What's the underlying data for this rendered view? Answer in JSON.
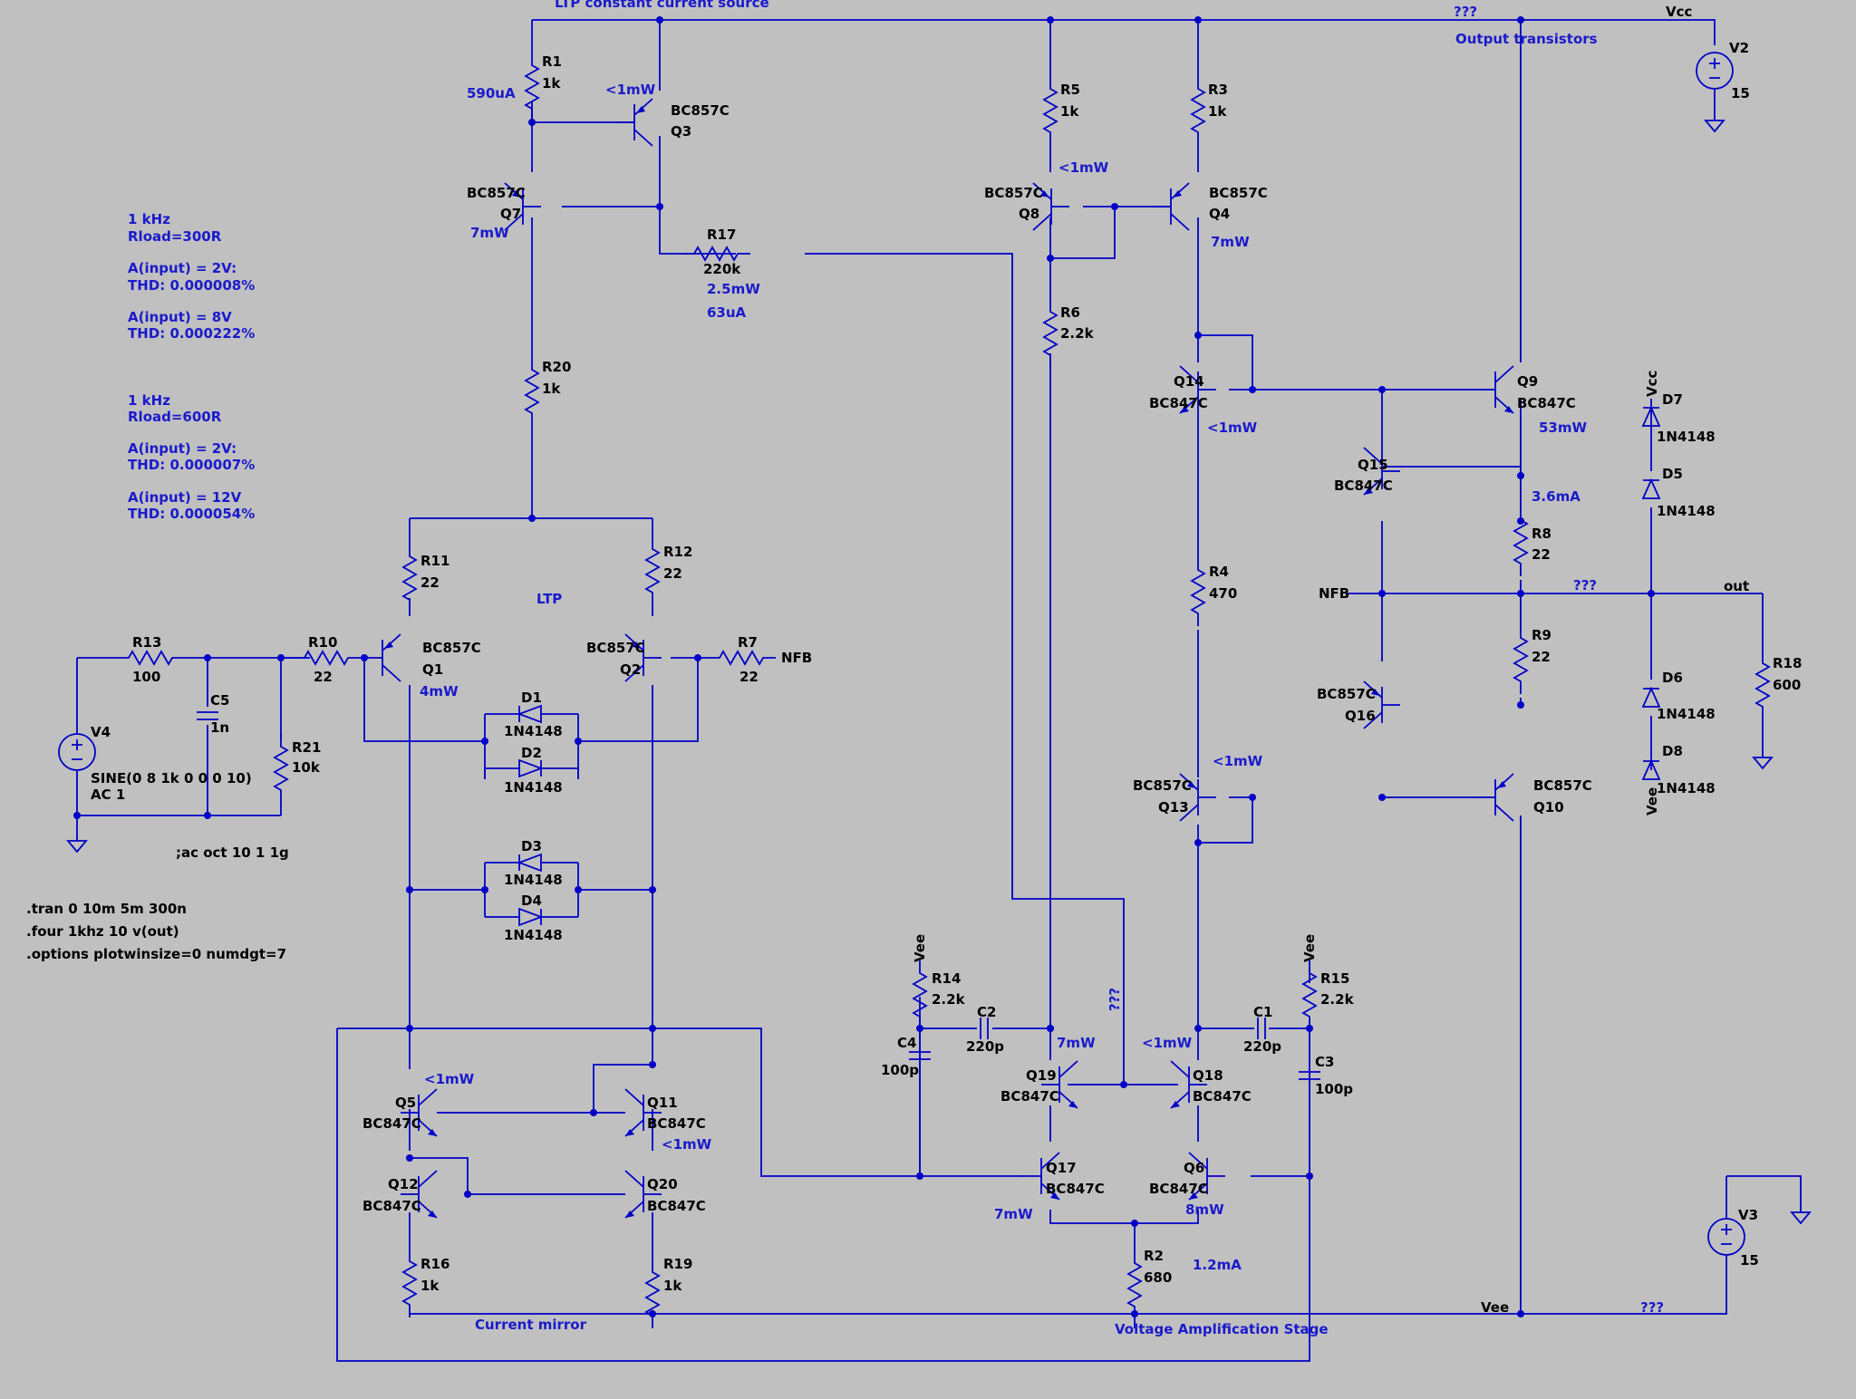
{
  "colors": {
    "background": "#c0c0c0",
    "wire": "#0000c8",
    "label": "#000000",
    "note": "#1a1acc"
  },
  "title_top": "LTP constant current source",
  "notes": {
    "ltp": "LTP",
    "output_transistors": "Output transistors",
    "current_mirror": "Current mirror",
    "vas": "Voltage Amplification Stage",
    "sim_block": [
      "1 kHz",
      "Rload=300R",
      "A(input) = 2V:",
      "THD:  0.000008%",
      "A(input) = 8V",
      "THD: 0.000222%",
      "1 kHz",
      "Rload=600R",
      "A(input) = 2V:",
      "THD:  0.000007%",
      "A(input) = 12V",
      "THD: 0.000054%"
    ],
    "directives": [
      ".tran 0 10m 5m 300n",
      ".four 1khz 10 v(out)",
      ".options plotwinsize=0 numdgt=7"
    ],
    "ac_comment": ";ac oct 10 1 1g"
  },
  "nets": {
    "vcc": "Vcc",
    "vee": "Vee",
    "nfb": "NFB",
    "out": "out",
    "unknown": "???"
  },
  "resistors": [
    {
      "name": "R1",
      "value": "1k"
    },
    {
      "name": "R5",
      "value": "1k"
    },
    {
      "name": "R3",
      "value": "1k"
    },
    {
      "name": "R17",
      "value": "220k"
    },
    {
      "name": "R6",
      "value": "2.2k"
    },
    {
      "name": "R20",
      "value": "1k"
    },
    {
      "name": "R11",
      "value": "22"
    },
    {
      "name": "R12",
      "value": "22"
    },
    {
      "name": "R13",
      "value": "100"
    },
    {
      "name": "R10",
      "value": "22"
    },
    {
      "name": "R7",
      "value": "22"
    },
    {
      "name": "R21",
      "value": "10k"
    },
    {
      "name": "R4",
      "value": "470"
    },
    {
      "name": "R8",
      "value": "22"
    },
    {
      "name": "R9",
      "value": "22"
    },
    {
      "name": "R18",
      "value": "600"
    },
    {
      "name": "R14",
      "value": "2.2k"
    },
    {
      "name": "R15",
      "value": "2.2k"
    },
    {
      "name": "R16",
      "value": "1k"
    },
    {
      "name": "R19",
      "value": "1k"
    },
    {
      "name": "R2",
      "value": "680"
    }
  ],
  "transistors": [
    {
      "name": "Q3",
      "model": "BC857C"
    },
    {
      "name": "Q7",
      "model": "BC857C"
    },
    {
      "name": "Q8",
      "model": "BC857C"
    },
    {
      "name": "Q4",
      "model": "BC857C"
    },
    {
      "name": "Q14",
      "model": "BC847C"
    },
    {
      "name": "Q9",
      "model": "BC847C"
    },
    {
      "name": "Q15",
      "model": "BC847C"
    },
    {
      "name": "Q1",
      "model": "BC857C"
    },
    {
      "name": "Q2",
      "model": "BC857C"
    },
    {
      "name": "Q16",
      "model": "BC857C"
    },
    {
      "name": "Q13",
      "model": "BC857C"
    },
    {
      "name": "Q10",
      "model": "BC857C"
    },
    {
      "name": "Q5",
      "model": "BC847C"
    },
    {
      "name": "Q11",
      "model": "BC847C"
    },
    {
      "name": "Q12",
      "model": "BC847C"
    },
    {
      "name": "Q20",
      "model": "BC847C"
    },
    {
      "name": "Q19",
      "model": "BC847C"
    },
    {
      "name": "Q18",
      "model": "BC847C"
    },
    {
      "name": "Q17",
      "model": "BC847C"
    },
    {
      "name": "Q6",
      "model": "BC847C"
    }
  ],
  "diodes": [
    {
      "name": "D1",
      "model": "1N4148"
    },
    {
      "name": "D2",
      "model": "1N4148"
    },
    {
      "name": "D3",
      "model": "1N4148"
    },
    {
      "name": "D4",
      "model": "1N4148"
    },
    {
      "name": "D7",
      "model": "1N4148"
    },
    {
      "name": "D5",
      "model": "1N4148"
    },
    {
      "name": "D6",
      "model": "1N4148"
    },
    {
      "name": "D8",
      "model": "1N4148"
    }
  ],
  "capacitors": [
    {
      "name": "C5",
      "value": "1n"
    },
    {
      "name": "C4",
      "value": "100p"
    },
    {
      "name": "C2",
      "value": "220p"
    },
    {
      "name": "C1",
      "value": "220p"
    },
    {
      "name": "C3",
      "value": "100p"
    }
  ],
  "sources": [
    {
      "name": "V2",
      "value": "15"
    },
    {
      "name": "V3",
      "value": "15"
    },
    {
      "name": "V4",
      "value": "SINE(0 8 1k 0 0 0 10)",
      "ac": "AC 1"
    }
  ],
  "annotations": {
    "a590": "590uA",
    "a1mw": "<1mW",
    "a7mw": "7mW",
    "a25": "2.5mW",
    "a63": "63uA",
    "a4mw": "4mW",
    "a53": "53mW",
    "a36": "3.6mA",
    "a8mw": "8mW",
    "a12": "1.2mA"
  }
}
